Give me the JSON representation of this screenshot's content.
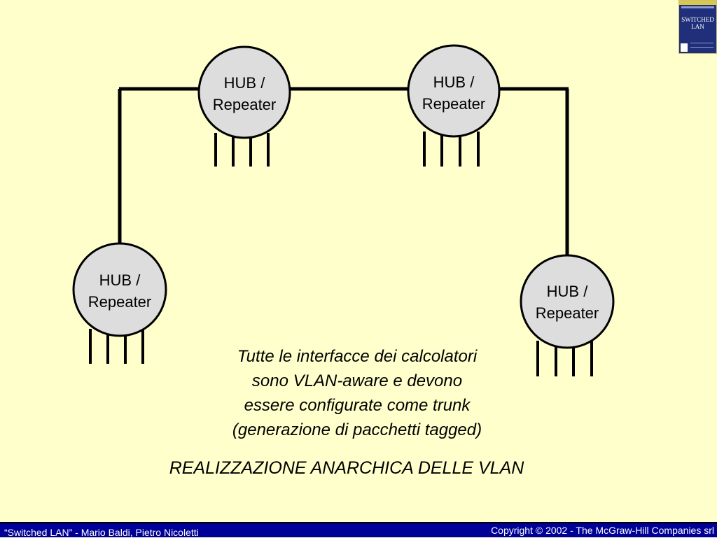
{
  "diagram": {
    "hubs": [
      {
        "line1": "HUB /",
        "line2": "Repeater"
      },
      {
        "line1": "HUB /",
        "line2": "Repeater"
      },
      {
        "line1": "HUB /",
        "line2": "Repeater"
      },
      {
        "line1": "HUB /",
        "line2": "Repeater"
      }
    ]
  },
  "note": {
    "lines": [
      "Tutte le interfacce dei calcolatori",
      "sono VLAN-aware e devono",
      "essere configurate come trunk",
      "(generazione di pacchetti tagged)"
    ]
  },
  "title": "REALIZZAZIONE ANARCHICA DELLE VLAN",
  "book": {
    "title_line1": "SWITCHED",
    "title_line2": "LAN"
  },
  "footer": {
    "left": "“Switched LAN” - Mario Baldi, Pietro Nicoletti",
    "right": "Copyright © 2002 - The McGraw-Hill Companies srl"
  },
  "colors": {
    "background": "#ffffcc",
    "hub_fill": "#dddddd",
    "footer": "#000099"
  }
}
